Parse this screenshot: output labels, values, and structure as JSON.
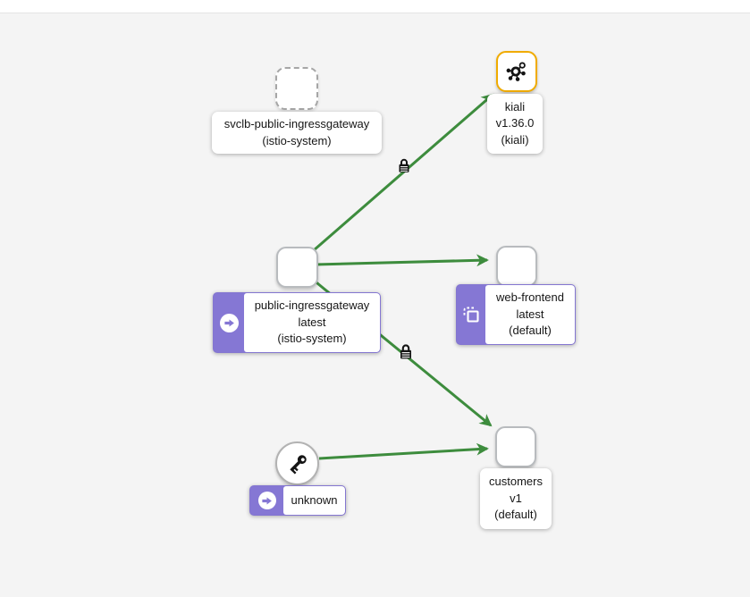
{
  "graph": {
    "title": "kiali-service-mesh-graph",
    "colors": {
      "background": "#f4f4f4",
      "edge_green": "#3d8c3d",
      "accent_purple": "#8577d4",
      "kiali_node_border_gold": "#f0ab00",
      "node_border_gray": "#b8bbbe"
    },
    "nodes": {
      "svclb": {
        "shape": "dashed-square",
        "lines": [
          "svclb-public-ingressgateway",
          "(istio-system)"
        ]
      },
      "kiali": {
        "shape": "square",
        "icon": "kiali-graph-icon",
        "lines": [
          "kiali",
          "v1.36.0",
          "(kiali)"
        ]
      },
      "gateway": {
        "shape": "square",
        "badge": "arrow-circle-icon",
        "lines": [
          "public-ingressgateway",
          "latest",
          "(istio-system)"
        ]
      },
      "web_frontend": {
        "shape": "square",
        "badge": "copy-squares-icon",
        "lines": [
          "web-frontend",
          "latest",
          "(default)"
        ]
      },
      "unknown": {
        "shape": "circle",
        "icon": "key-icon",
        "badge": "arrow-circle-icon",
        "lines": [
          "unknown"
        ]
      },
      "customers": {
        "shape": "square",
        "lines": [
          "customers",
          "v1",
          "(default)"
        ]
      }
    },
    "edges": [
      {
        "from": "public-ingressgateway",
        "to": "kiali",
        "status": "healthy",
        "mtls_lock": true
      },
      {
        "from": "public-ingressgateway",
        "to": "web-frontend",
        "status": "healthy",
        "mtls_lock": false
      },
      {
        "from": "public-ingressgateway",
        "to": "customers",
        "status": "healthy",
        "mtls_lock": true
      },
      {
        "from": "unknown",
        "to": "customers",
        "status": "healthy",
        "mtls_lock": false
      }
    ]
  }
}
